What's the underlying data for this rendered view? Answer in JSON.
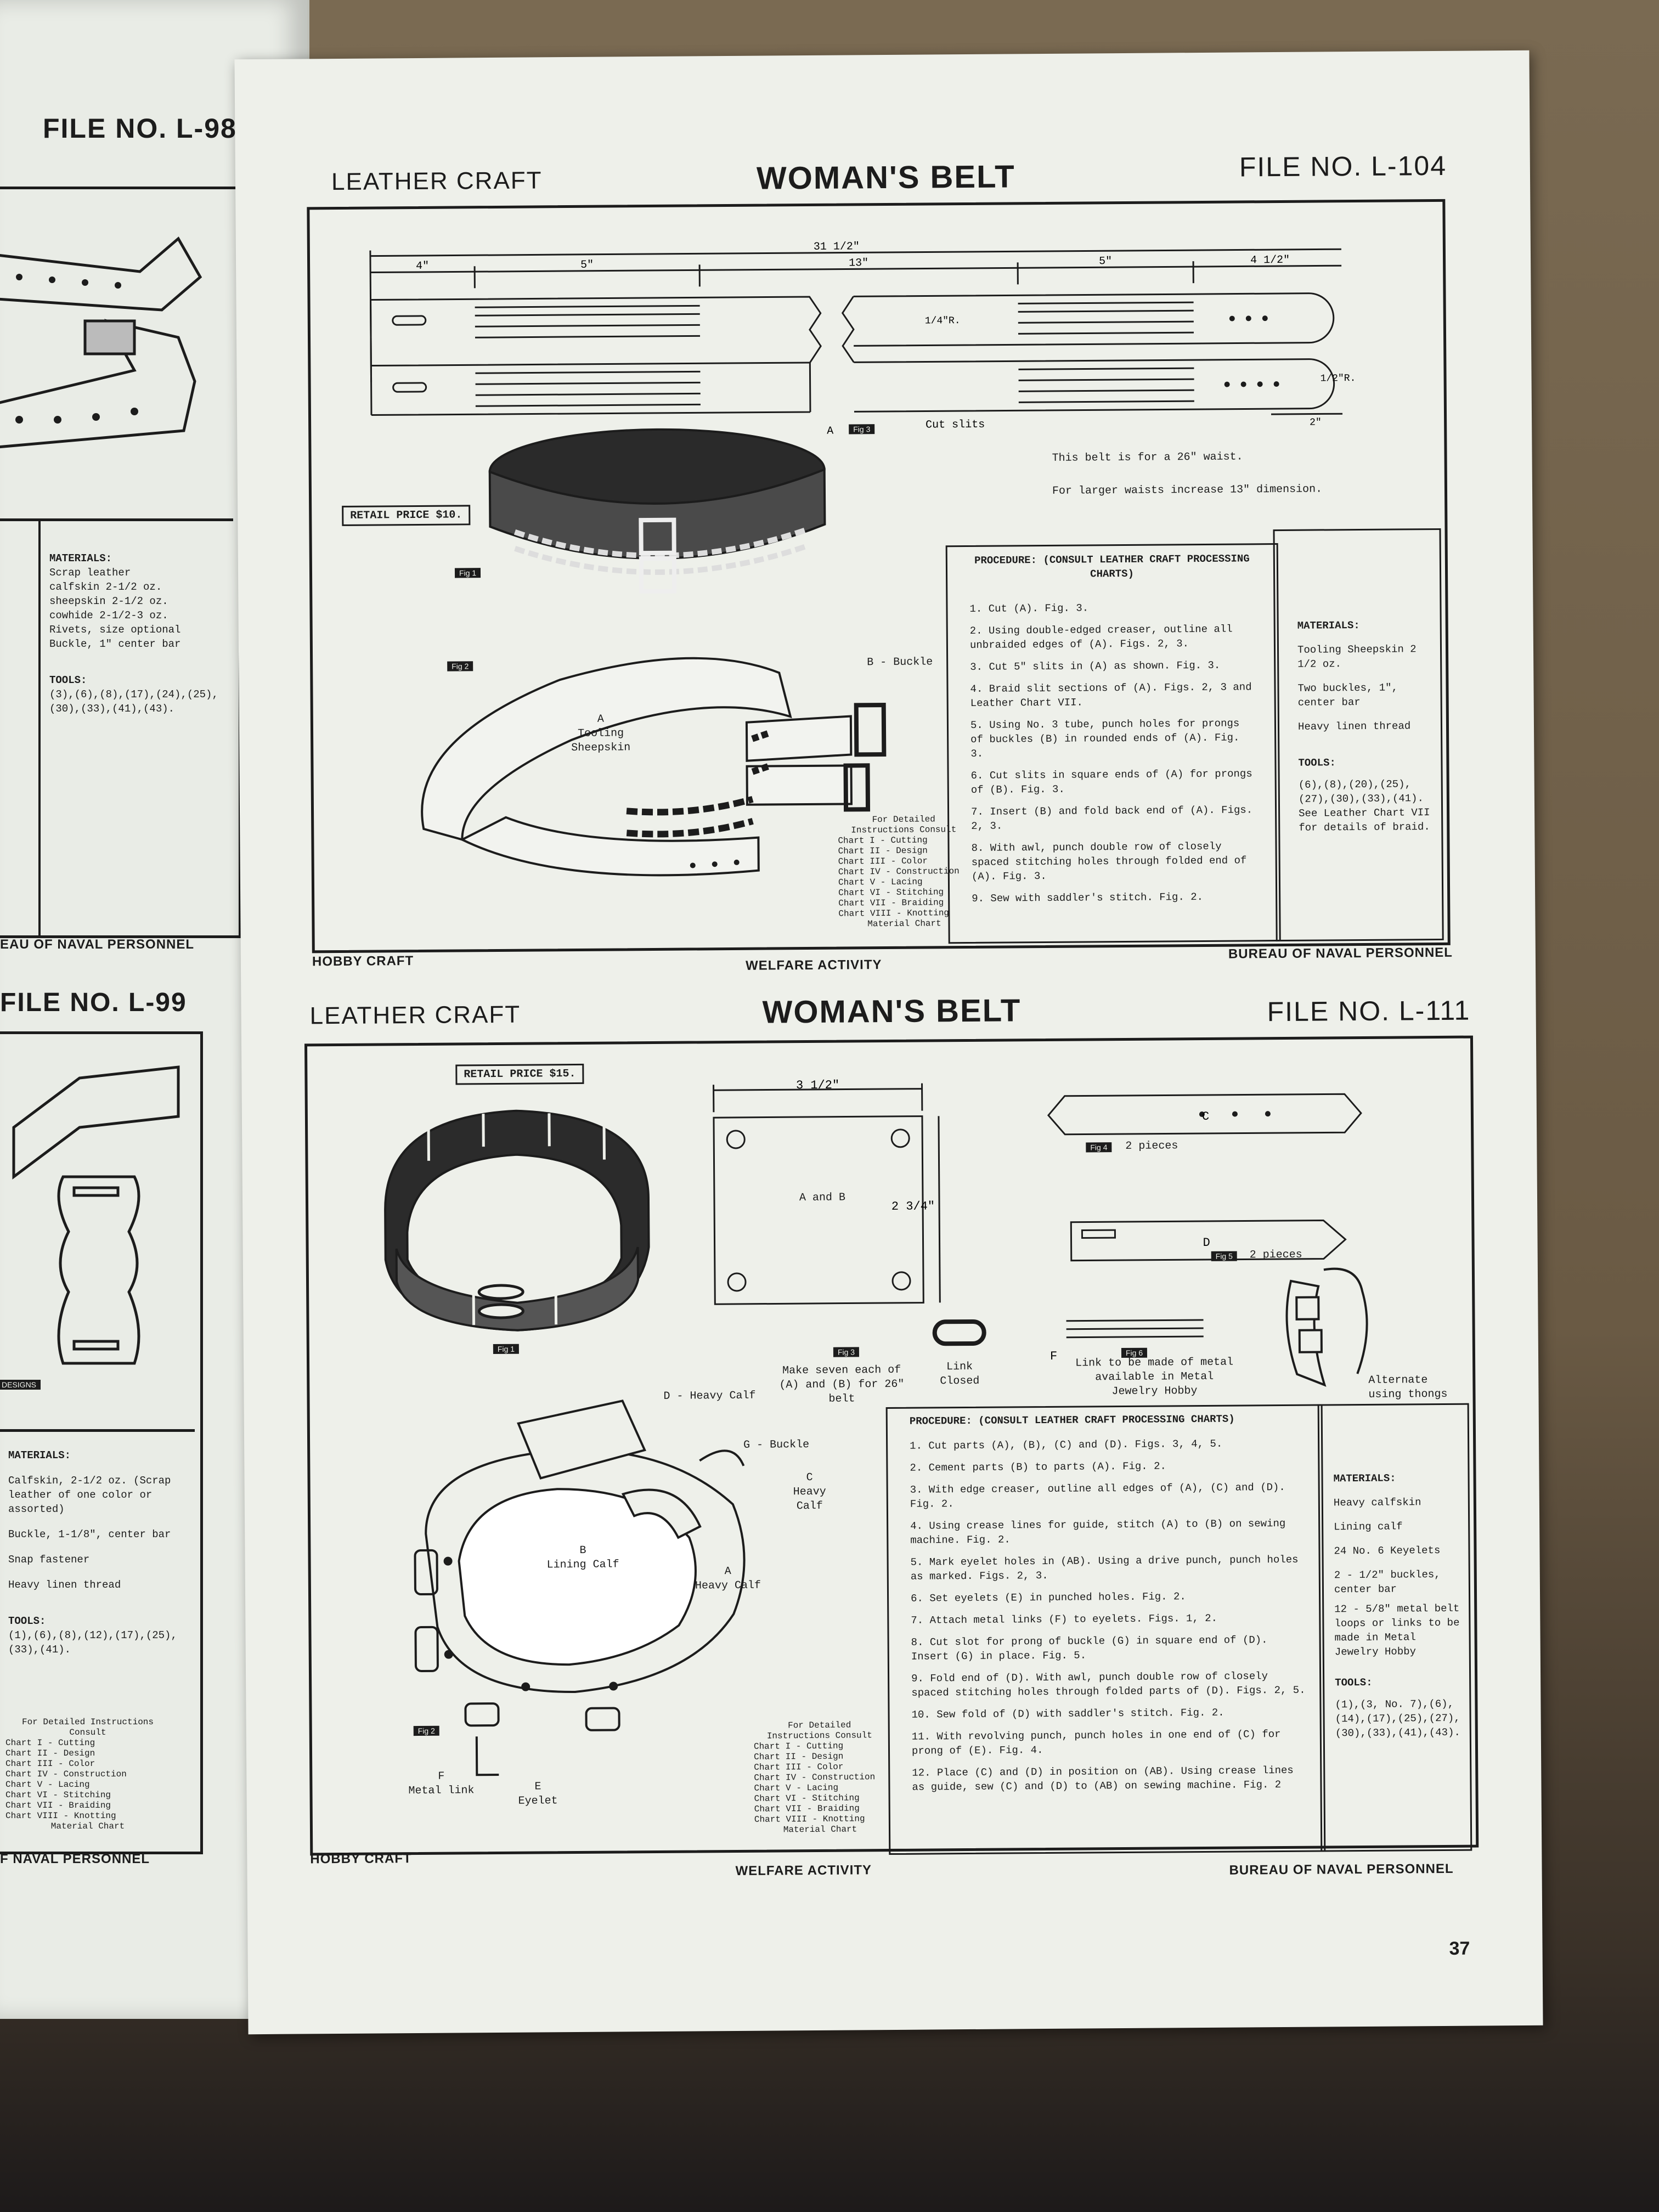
{
  "left_page": {
    "top_file": "FILE NO. L-98",
    "top_materials": {
      "heading": "MATERIALS:",
      "items": [
        "Scrap leather",
        "calfskin 2-1/2 oz.",
        "sheepskin 2-1/2 oz.",
        "cowhide 2-1/2-3 oz.",
        "Rivets, size optional",
        "Buckle, 1\" center bar"
      ],
      "tools_heading": "TOOLS:",
      "tools": "(3),(6),(8),(17),(24),(25),(30),(33),(41),(43)."
    },
    "top_footer": "EAU OF NAVAL PERSONNEL",
    "bottom_file": "FILE NO. L-99",
    "designs_tag": "DESIGNS",
    "bottom_materials": {
      "heading": "MATERIALS:",
      "items": [
        "Calfskin, 2-1/2 oz. (Scrap leather of one color or assorted)",
        "Buckle, 1-1/8\", center bar",
        "Snap fastener",
        "Heavy linen thread"
      ],
      "tools_heading": "TOOLS:",
      "tools": "(1),(6),(8),(12),(17),(25),(33),(41)."
    },
    "bottom_footer": "F NAVAL PERSONNEL",
    "charts_heading": "For Detailed Instructions Consult",
    "charts": [
      "Chart I - Cutting",
      "Chart II - Design",
      "Chart III - Color",
      "Chart IV - Construction",
      "Chart V - Lacing",
      "Chart VI - Stitching",
      "Chart VII - Braiding",
      "Chart VIII - Knotting",
      "Material Chart"
    ]
  },
  "sheet_top": {
    "category": "LEATHER CRAFT",
    "title": "WOMAN'S BELT",
    "file_no": "FILE NO. L-104",
    "retail_price": "RETAIL PRICE  $10.",
    "dims": {
      "total": "31 1/2\"",
      "d1": "4\"",
      "d2": "5\"",
      "d3": "13\"",
      "d4": "5\"",
      "d5": "4 1/2\"",
      "radius": "1/4\"R.",
      "radius2": "1/2\"R.",
      "end": "2\"",
      "cut_slits": "Cut slits",
      "fig3": "Fig 3",
      "a_label": "A"
    },
    "note1": "This belt is for a 26\" waist.",
    "note2": "For larger waists increase 13\" dimension.",
    "fig1": "Fig 1",
    "fig2": "Fig 2",
    "label_tooling": "A\nTooling\nSheepskin",
    "label_buckle": "B - Buckle",
    "procedure_heading": "PROCEDURE:  (CONSULT LEATHER CRAFT PROCESSING CHARTS)",
    "steps": [
      "1. Cut (A).  Fig. 3.",
      "2. Using double-edged creaser, outline all unbraided edges of (A).  Figs. 2, 3.",
      "3. Cut 5\" slits in (A) as shown.  Fig. 3.",
      "4. Braid slit sections of (A).  Figs. 2, 3 and Leather Chart VII.",
      "5. Using No. 3 tube, punch holes for prongs of buckles (B) in rounded ends of (A).  Fig. 3.",
      "6. Cut slits in square ends of (A) for prongs of (B).  Fig. 3.",
      "7. Insert (B) and fold back end of (A).  Figs. 2, 3.",
      "8. With awl, punch double row of closely spaced stitching holes through folded end of (A).  Fig. 3.",
      "9. Sew with saddler's stitch.  Fig. 2."
    ],
    "materials_heading": "MATERIALS:",
    "materials": [
      "Tooling Sheepskin 2 1/2 oz.",
      "Two buckles, 1\", center bar",
      "Heavy linen thread"
    ],
    "tools_heading": "TOOLS:",
    "tools": "(6),(8),(20),(25),(27),(30),(33),(41).",
    "tools_note": "See Leather Chart VII for details of braid.",
    "charts_heading": "For Detailed Instructions Consult",
    "charts": [
      "Chart I - Cutting",
      "Chart II - Design",
      "Chart III - Color",
      "Chart IV - Construction",
      "Chart V - Lacing",
      "Chart VI - Stitching",
      "Chart VII - Braiding",
      "Chart VIII - Knotting",
      "Material Chart"
    ],
    "footer_left": "HOBBY CRAFT",
    "footer_center": "WELFARE ACTIVITY",
    "footer_right": "BUREAU OF NAVAL PERSONNEL"
  },
  "sheet_bottom": {
    "category": "LEATHER CRAFT",
    "title": "WOMAN'S BELT",
    "file_no": "FILE NO. L-111",
    "retail_price": "RETAIL PRICE  $15.",
    "fig1": "Fig 1",
    "fig2": "Fig 2",
    "fig3": "Fig 3",
    "fig4": "Fig 4",
    "fig5": "Fig 5",
    "fig6": "Fig 6",
    "part_ab": "A and B",
    "make_note": "Make seven each of (A) and (B) for 26\" belt",
    "link_label": "Link Closed",
    "link_note": "Link to be made of metal available in Metal Jewelry Hobby",
    "fig4_pieces": "2 pieces",
    "fig5_pieces": "2 pieces",
    "alt_label": "Alternate using thongs",
    "lbl_c": "C",
    "lbl_d": "D",
    "lbl_f": "F",
    "dim_width": "3 1/2\"",
    "dim_height": "2 3/4\"",
    "lbl_heavy_calf_d": "D - Heavy Calf",
    "lbl_buckle_g": "G - Buckle",
    "lbl_heavy_calf_c": "C\nHeavy\nCalf",
    "lbl_lining": "B\nLining Calf",
    "lbl_heavy_calf_a": "A\nHeavy Calf",
    "lbl_metal_link": "F\nMetal link",
    "lbl_eyelet": "E\nEyelet",
    "procedure_heading": "PROCEDURE: (CONSULT LEATHER CRAFT PROCESSING CHARTS)",
    "steps": [
      "1. Cut parts (A), (B), (C) and (D).  Figs. 3, 4, 5.",
      "2. Cement parts (B) to parts (A).  Fig. 2.",
      "3. With edge creaser, outline all edges of (A), (C) and (D).  Fig. 2.",
      "4. Using crease lines for guide, stitch (A) to (B) on sewing machine.  Fig. 2.",
      "5. Mark eyelet holes in (AB).  Using a drive punch, punch holes as marked.  Figs. 2, 3.",
      "6. Set eyelets (E) in punched holes.  Fig. 2.",
      "7. Attach metal links (F) to eyelets.  Figs. 1, 2.",
      "8. Cut slot for prong of buckle (G) in square end of (D).  Insert (G) in place.  Fig. 5.",
      "9. Fold end of (D).  With awl, punch double row of closely spaced stitching holes through folded parts of (D).  Figs. 2, 5.",
      "10. Sew fold of (D) with saddler's stitch.  Fig. 2.",
      "11. With revolving punch, punch holes in one end of (C) for prong of (E).  Fig. 4.",
      "12. Place (C) and (D) in position on (AB).  Using crease lines as guide, sew (C) and (D) to (AB) on sewing machine.  Fig. 2"
    ],
    "materials_heading": "MATERIALS:",
    "materials": [
      "Heavy calfskin",
      "Lining calf",
      "24 No. 6 Keyelets",
      "2 - 1/2\" buckles, center bar",
      "12 - 5/8\" metal belt loops or links to be made in Metal Jewelry Hobby"
    ],
    "tools_heading": "TOOLS:",
    "tools": "(1),(3, No. 7),(6),(14),(17),(25),(27),(30),(33),(41),(43).",
    "charts_heading": "For Detailed Instructions Consult",
    "charts": [
      "Chart I - Cutting",
      "Chart II - Design",
      "Chart III - Color",
      "Chart IV - Construction",
      "Chart V - Lacing",
      "Chart VI - Stitching",
      "Chart VII - Braiding",
      "Chart VIII - Knotting",
      "Material Chart"
    ],
    "footer_left": "HOBBY CRAFT",
    "footer_center": "WELFARE ACTIVITY",
    "footer_right": "BUREAU OF NAVAL PERSONNEL"
  },
  "page_number": "37",
  "colors": {
    "paper": "#eef0ea",
    "ink": "#1c1c1c",
    "wood": "#6b5a43"
  }
}
